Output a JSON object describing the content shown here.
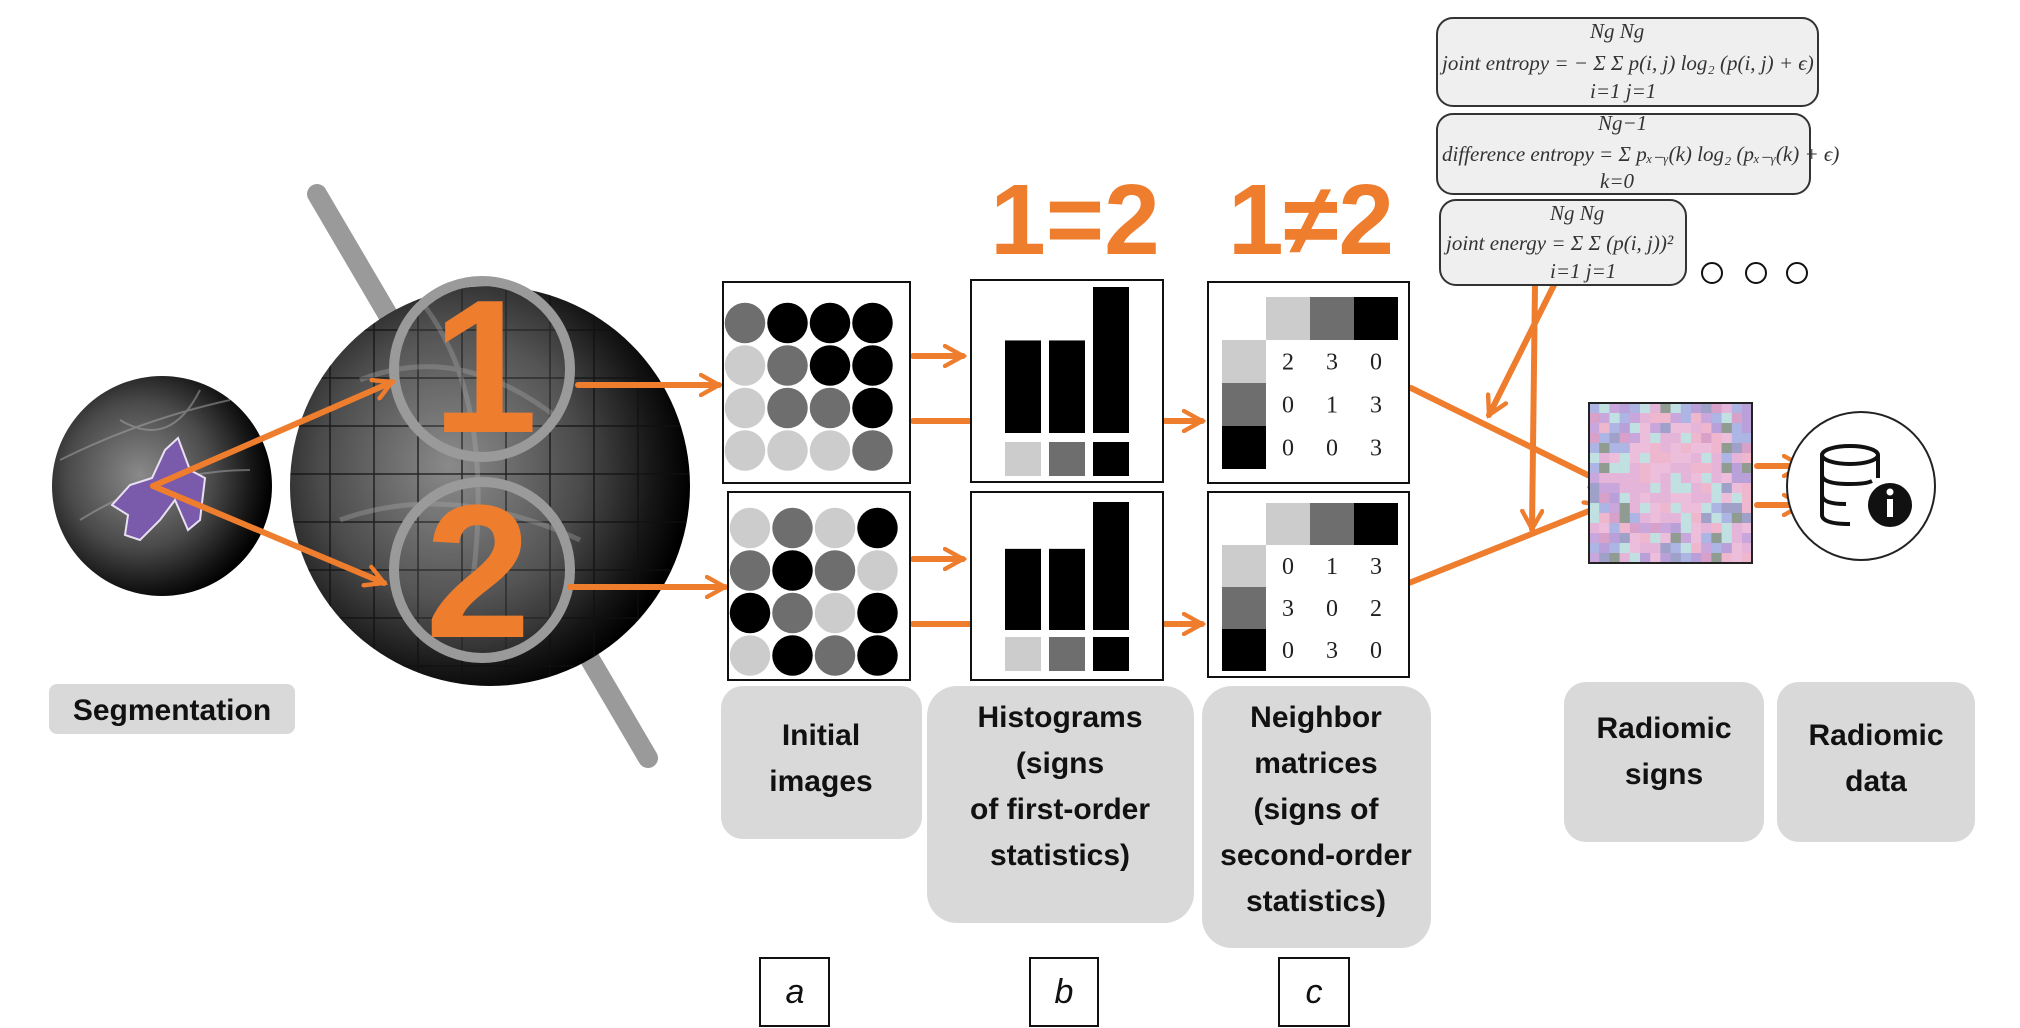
{
  "colors": {
    "accent": "#ee7d2e",
    "label_bg": "#d9d9d9",
    "light": "#cccccc",
    "gray": "#6e6e6e",
    "black": "#000000",
    "handle": "#9a9a9a"
  },
  "comparisons": {
    "first_order": "1=2",
    "second_order": "1≠2"
  },
  "regions": {
    "region1": "1",
    "region2": "2"
  },
  "formulas": [
    {
      "text": "joint entropy = − Σ Σ p(i, j) log₂ (p(i, j) + ϵ)",
      "upper": "Ng  Ng",
      "lower": "i=1 j=1"
    },
    {
      "text": "difference entropy = Σ pₓ₋ᵧ(k) log₂ (pₓ₋ᵧ(k) + ϵ)",
      "upper": "Ng−1",
      "lower": "k=0"
    },
    {
      "text": "joint energy = Σ Σ (p(i, j))²",
      "upper": "Ng  Ng",
      "lower": "i=1 j=1"
    }
  ],
  "more_icon": "ellipsis-circles",
  "images": {
    "top": [
      [
        "G",
        "B",
        "B",
        "B"
      ],
      [
        "L",
        "G",
        "B",
        "B"
      ],
      [
        "L",
        "G",
        "G",
        "B"
      ],
      [
        "L",
        "L",
        "L",
        "G"
      ]
    ],
    "bottom": [
      [
        "L",
        "G",
        "L",
        "B"
      ],
      [
        "G",
        "B",
        "G",
        "L"
      ],
      [
        "B",
        "G",
        "L",
        "B"
      ],
      [
        "L",
        "B",
        "G",
        "B"
      ]
    ]
  },
  "histograms": {
    "top": [
      5,
      5,
      6
    ],
    "bottom": [
      5,
      5,
      6
    ]
  },
  "matrices": {
    "top": [
      [
        "2",
        "3",
        "0"
      ],
      [
        "0",
        "1",
        "3"
      ],
      [
        "0",
        "0",
        "3"
      ]
    ],
    "bottom": [
      [
        "0",
        "1",
        "3"
      ],
      [
        "3",
        "0",
        "2"
      ],
      [
        "0",
        "3",
        "0"
      ]
    ]
  },
  "labels": {
    "segmentation": "Segmentation",
    "initial_images": [
      "Initial",
      "images"
    ],
    "histograms": [
      "Histograms",
      "(signs",
      "of first-order",
      "statistics)"
    ],
    "neighbor": [
      "Neighbor",
      "matrices",
      "(signs of",
      "second-order",
      "statistics)"
    ],
    "radiomic_signs": [
      "Radiomic",
      "signs"
    ],
    "radiomic_data": [
      "Radiomic",
      "data"
    ]
  },
  "panel_letters": [
    "a",
    "b",
    "c"
  ],
  "icons": {
    "database": "database-info-icon"
  }
}
